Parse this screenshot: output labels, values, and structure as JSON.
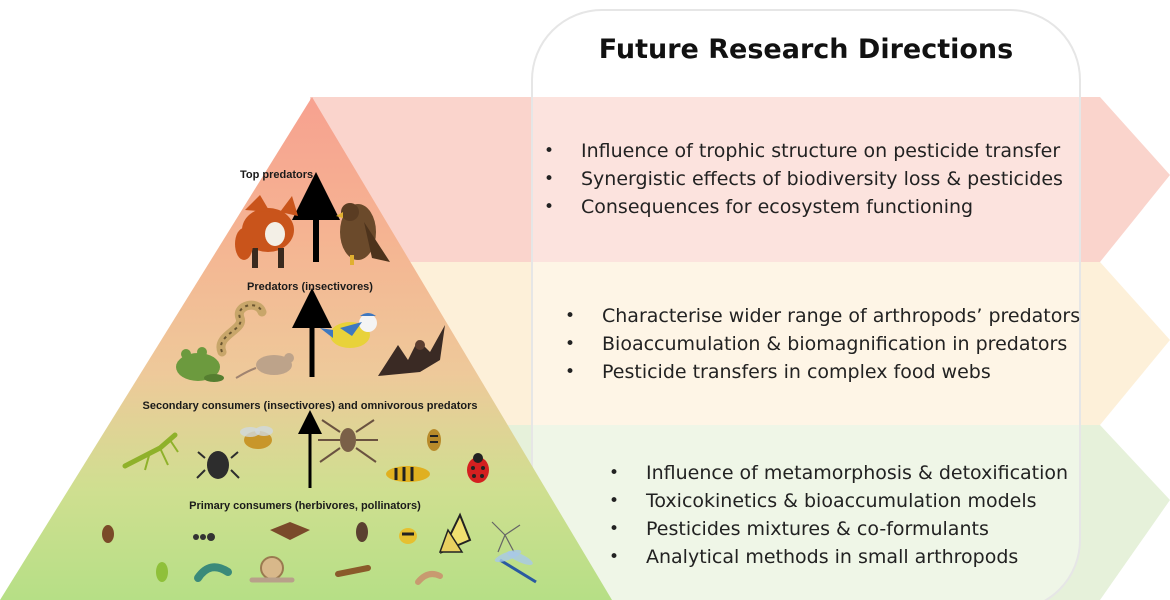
{
  "title": "Future Research Directions",
  "levels": [
    {
      "label": "Top predators",
      "color": "#f6a89a"
    },
    {
      "label": "Predators (insectivores)",
      "color": "#f4c59a"
    },
    {
      "label": "Secondary consumers (insectivores) and omnivorous predators",
      "color": "#e3d09a"
    },
    {
      "label": "Primary consumers (herbivores, pollinators)",
      "color": "#bde08a"
    }
  ],
  "bands": [
    {
      "color": "#fad4cc",
      "items": [
        "Influence of trophic structure on pesticide transfer",
        "Synergistic effects of biodiversity loss & pesticides",
        "Consequences for ecosystem functioning"
      ]
    },
    {
      "color": "#fdf0d9",
      "items": [
        "Characterise wider range of arthropods’ predators",
        "Bioaccumulation & biomagnification in predators",
        "Pesticide transfers in complex food webs"
      ]
    },
    {
      "color": "#e6f1da",
      "items": [
        "Influence of metamorphosis & detoxification",
        "Toxicokinetics & bioaccumulation models",
        "Pesticides mixtures & co-formulants",
        "Analytical methods in small arthropods"
      ]
    }
  ],
  "animals": {
    "top": [
      "fox-icon",
      "bird-of-prey-icon"
    ],
    "predators": [
      "snake-icon",
      "frog-icon",
      "mouse-icon",
      "blue-tit-icon",
      "bat-icon"
    ],
    "secondary": [
      "mantis-icon",
      "beetle-icon",
      "bee-icon",
      "spider-icon",
      "wasp-icon",
      "hoverfly-icon",
      "ladybird-icon"
    ],
    "primary": [
      "bug-icon",
      "ant-icon",
      "moth-icon",
      "fly-icon",
      "bumblebee-icon",
      "butterfly-icon",
      "mosquito-icon",
      "aphid-icon",
      "caterpillar-icon",
      "snail-icon",
      "grasshopper-icon",
      "larva-icon",
      "dragonfly-icon"
    ]
  }
}
